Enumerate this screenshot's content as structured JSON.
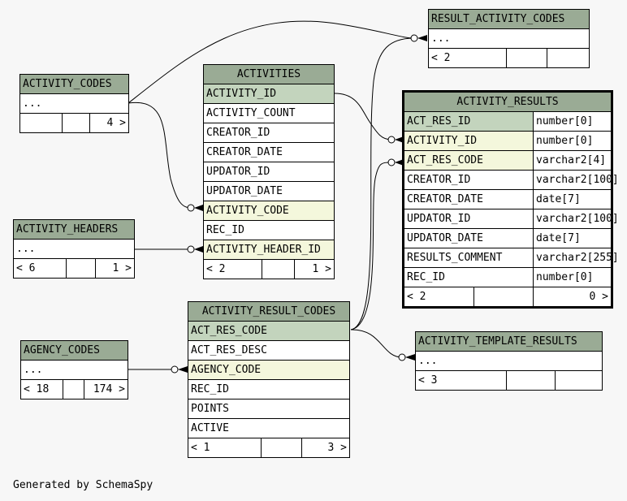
{
  "credit": "Generated by SchemaSpy",
  "tables": {
    "result_activity_codes": {
      "name": "RESULT_ACTIVITY_CODES",
      "row": "...",
      "parents": "< 2",
      "children": ""
    },
    "activity_codes": {
      "name": "ACTIVITY_CODES",
      "row": "...",
      "parents": "",
      "children": "4 >"
    },
    "activities": {
      "name": "ACTIVITIES",
      "columns": [
        "ACTIVITY_ID",
        "ACTIVITY_COUNT",
        "CREATOR_ID",
        "CREATOR_DATE",
        "UPDATOR_ID",
        "UPDATOR_DATE",
        "ACTIVITY_CODE",
        "REC_ID",
        "ACTIVITY_HEADER_ID"
      ],
      "parents": "< 2",
      "children": "1 >"
    },
    "activity_results": {
      "name": "ACTIVITY_RESULTS",
      "columns": [
        "ACT_RES_ID",
        "ACTIVITY_ID",
        "ACT_RES_CODE",
        "CREATOR_ID",
        "CREATOR_DATE",
        "UPDATOR_ID",
        "UPDATOR_DATE",
        "RESULTS_COMMENT",
        "REC_ID"
      ],
      "types": [
        "number[0]",
        "number[0]",
        "varchar2[4]",
        "varchar2[100]",
        "date[7]",
        "varchar2[100]",
        "date[7]",
        "varchar2[255]",
        "number[0]"
      ],
      "parents": "< 2",
      "children": "0 >"
    },
    "activity_headers": {
      "name": "ACTIVITY_HEADERS",
      "row": "...",
      "parents": "< 6",
      "children": "1 >"
    },
    "activity_result_codes": {
      "name": "ACTIVITY_RESULT_CODES",
      "columns": [
        "ACT_RES_CODE",
        "ACT_RES_DESC",
        "AGENCY_CODE",
        "REC_ID",
        "POINTS",
        "ACTIVE"
      ],
      "parents": "< 1",
      "children": "3 >"
    },
    "agency_codes": {
      "name": "AGENCY_CODES",
      "row": "...",
      "parents": "< 18",
      "children": "174 >"
    },
    "activity_template_results": {
      "name": "ACTIVITY_TEMPLATE_RESULTS",
      "row": "...",
      "parents": "< 3",
      "children": ""
    }
  },
  "colors": {
    "header": "#9aab95",
    "primary_key": "#c3d4bd",
    "foreign_key": "#f4f7dc",
    "background": "#f7f7f7"
  }
}
